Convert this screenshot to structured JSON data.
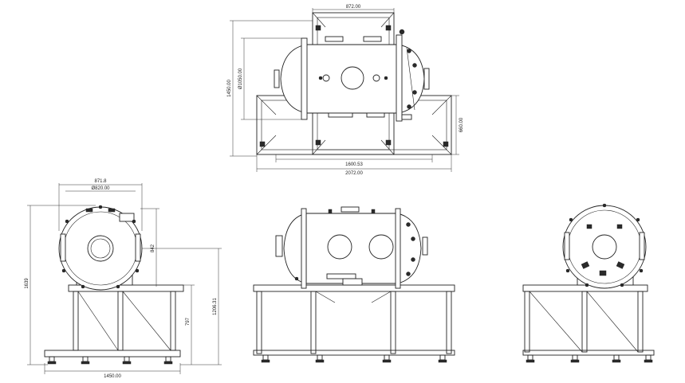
{
  "drawing": {
    "views": {
      "top_view": {
        "dims": {
          "frame_top_width": "872.00",
          "shell_diameter": "Ø1050.00",
          "overall_depth": "1450.00",
          "frame_height_side": "660.00",
          "inner_length": "1600.53",
          "overall_length": "2072.00"
        }
      },
      "end_view_left": {
        "dims": {
          "flange_width": "871.8",
          "port_diameter": "Ø820.00",
          "overall_height": "1639",
          "door_height": "842",
          "axis_height": "1206.31",
          "stand_height": "797",
          "stand_width": "1450.00"
        }
      },
      "front_view": {},
      "end_view_right": {}
    }
  }
}
